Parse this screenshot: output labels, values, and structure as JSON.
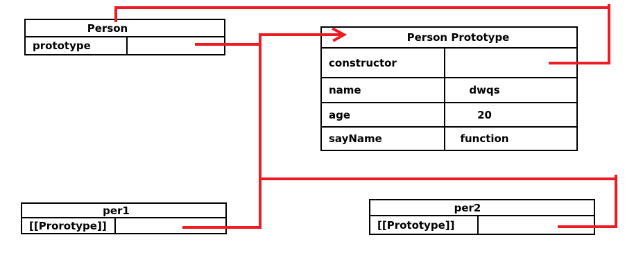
{
  "colors": {
    "accent": "#ed1c24"
  },
  "boxes": {
    "person": {
      "title": "Person",
      "rows": [
        {
          "label": "prototype",
          "value": ""
        }
      ]
    },
    "person_prototype": {
      "title": "Person Prototype",
      "rows": [
        {
          "label": "constructor",
          "value": ""
        },
        {
          "label": "name",
          "value": "dwqs"
        },
        {
          "label": "age",
          "value": "20"
        },
        {
          "label": "sayName",
          "value": "function"
        }
      ]
    },
    "per1": {
      "title": "per1",
      "rows": [
        {
          "label": "[[Prorotype]]",
          "value": ""
        }
      ]
    },
    "per2": {
      "title": "per2",
      "rows": [
        {
          "label": "[[Prototype]]",
          "value": ""
        }
      ]
    }
  }
}
